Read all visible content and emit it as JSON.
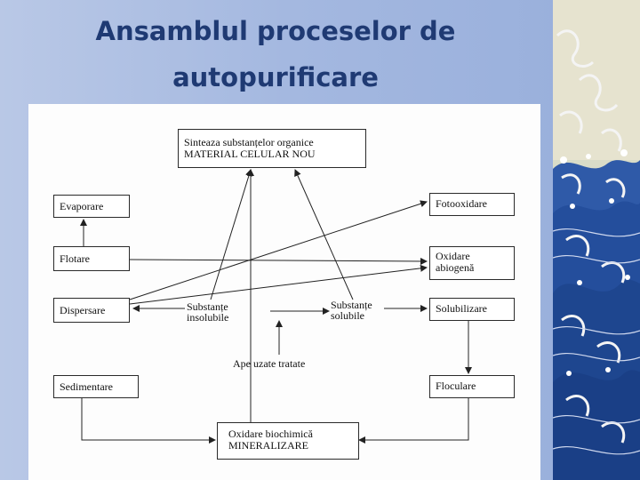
{
  "slide": {
    "title_line1": "Ansamblul proceselor de",
    "title_line2": "autopurificare"
  },
  "diagram": {
    "top_box": {
      "line1": "Sinteaza substanțelor organice",
      "line2": "MATERIAL CELULAR NOU"
    },
    "bottom_box": {
      "line1": "Oxidare biochimică",
      "line2": "MINERALIZARE"
    },
    "left_boxes": [
      "Evaporare",
      "Flotare",
      "Dispersare",
      "Sedimentare"
    ],
    "right_boxes": {
      "fotooxidare": "Fotooxidare",
      "oxidare_line1": "Oxidare",
      "oxidare_line2": "abiogenă",
      "solubilizare": "Solubilizare",
      "floculare": "Floculare"
    },
    "insolubile": {
      "line1": "Substanțe",
      "line2": "insolubile"
    },
    "solubile": {
      "line1": "Substanțe",
      "line2": "solubile"
    },
    "source": "Ape uzate tratate"
  }
}
